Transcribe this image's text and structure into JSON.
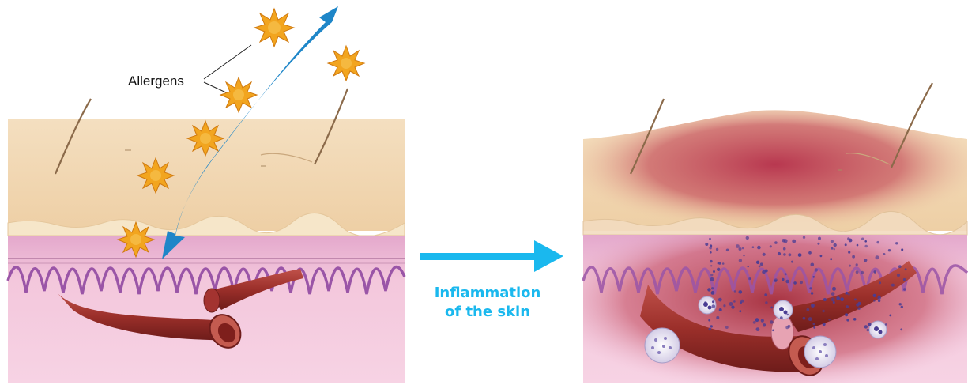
{
  "labels": {
    "allergens": "Allergens",
    "process_line1": "Inflammation",
    "process_line2": "of the skin"
  },
  "colors": {
    "process_arrow": "#1ab8ee",
    "entry_arrow": "#1e86c8",
    "allergen": "#f2a51f",
    "epidermis": "#f1d6b2",
    "dermis": "#f6cde1",
    "basement_membrane": "#9a55a7",
    "blood_vessel": "#9b2f2a",
    "inflammation": "#c43a50",
    "immune_cell_dots": "#4b3d93",
    "hair": "#8b6a4a"
  }
}
